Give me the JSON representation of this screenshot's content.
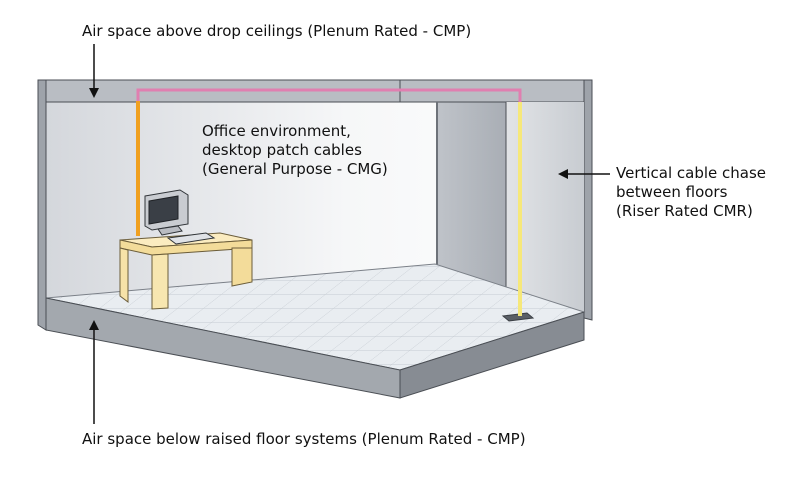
{
  "labels": {
    "ceiling": "Air space above drop ceilings (Plenum Rated - CMP)",
    "office": [
      "Office environment,",
      "desktop patch cables",
      "(General Purpose - CMG)"
    ],
    "chase": [
      "Vertical cable chase",
      "between floors",
      "(Riser Rated CMR)"
    ],
    "floor": "Air space below raised floor systems (Plenum Rated - CMP)"
  },
  "colors": {
    "plenum_cable": "#e07fb0",
    "general_purpose_cable": "#f0a020",
    "riser_cable": "#f6e87a",
    "desk": "#f8e6b0",
    "floor_tile": "#e9edf1"
  }
}
